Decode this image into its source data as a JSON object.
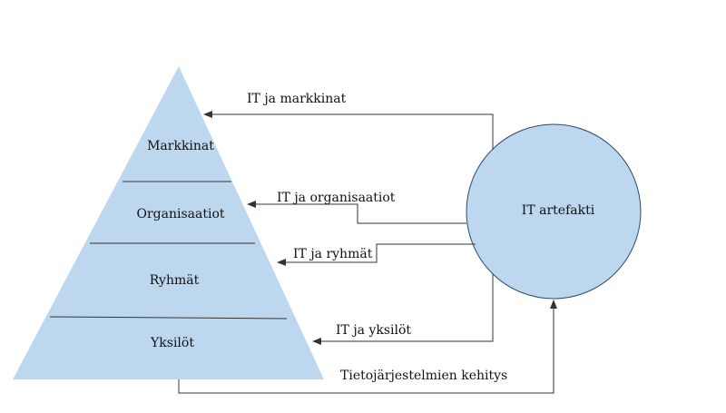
{
  "colors": {
    "pyramid_fill": "#bdd7ee",
    "circle_fill": "#bdd7ee",
    "circle_stroke": "#2e4a6b",
    "line": "#333333"
  },
  "pyramid": {
    "levels": [
      "Markkinat",
      "Organisaatiot",
      "Ryhmät",
      "Yksilöt"
    ]
  },
  "artifact": {
    "label": "IT artefakti"
  },
  "links": {
    "markets": "IT ja markkinat",
    "organizations": "IT ja organisaatiot",
    "groups": "IT ja ryhmät",
    "individuals": "IT ja yksilöt",
    "development": "Tietojärjestelmien kehitys"
  }
}
